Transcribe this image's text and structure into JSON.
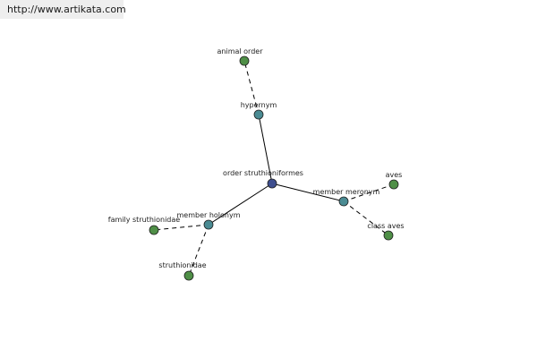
{
  "header": {
    "url": "http://www.artikata.com"
  },
  "graph": {
    "colors": {
      "center": "#3f4f8f",
      "relation": "#4a8b93",
      "leaf": "#4f8f47",
      "edge": "#000000",
      "node_stroke": "#1f1f1f"
    },
    "nodes": [
      {
        "id": "order",
        "label": "order struthioniformes",
        "kind": "center"
      },
      {
        "id": "hypernym",
        "label": "hypernym",
        "kind": "relation"
      },
      {
        "id": "animal-order",
        "label": "animal order",
        "kind": "leaf"
      },
      {
        "id": "member-meronym",
        "label": "member meronym",
        "kind": "relation"
      },
      {
        "id": "aves",
        "label": "aves",
        "kind": "leaf"
      },
      {
        "id": "class-aves",
        "label": "class aves",
        "kind": "leaf"
      },
      {
        "id": "member-holonym",
        "label": "member holonym",
        "kind": "relation"
      },
      {
        "id": "family-struthionidae",
        "label": "family struthionidae",
        "kind": "leaf"
      },
      {
        "id": "struthionidae",
        "label": "struthionidae",
        "kind": "leaf"
      }
    ],
    "edges": [
      {
        "from": "order",
        "to": "hypernym",
        "style": "solid"
      },
      {
        "from": "order",
        "to": "member-meronym",
        "style": "solid"
      },
      {
        "from": "order",
        "to": "member-holonym",
        "style": "solid"
      },
      {
        "from": "hypernym",
        "to": "animal-order",
        "style": "dashed"
      },
      {
        "from": "member-meronym",
        "to": "aves",
        "style": "dashed"
      },
      {
        "from": "member-meronym",
        "to": "class-aves",
        "style": "dashed"
      },
      {
        "from": "member-holonym",
        "to": "family-struthionidae",
        "style": "dashed"
      },
      {
        "from": "member-holonym",
        "to": "struthionidae",
        "style": "dashed"
      }
    ]
  }
}
